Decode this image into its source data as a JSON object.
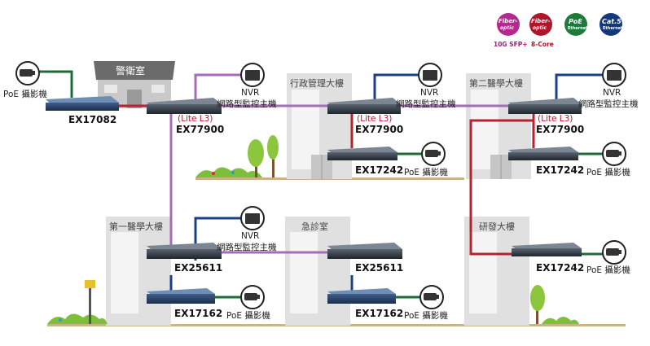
{
  "badges": [
    {
      "icon": "fiber-optic-icon",
      "line1": "Fiber-",
      "line2": "optic",
      "caption": "10G SFP+",
      "color": "#b22a8f",
      "caption_color": "#9b2277"
    },
    {
      "icon": "fiber-optic-8core-icon",
      "line1": "Fiber-",
      "line2": "optic",
      "caption": "8-Core",
      "color": "#b0162a",
      "caption_color": "#b0162a"
    },
    {
      "icon": "poe-ethernet-icon",
      "line1": "PoE",
      "line2": "Ethernet",
      "caption": "",
      "color": "#1e7a3a",
      "caption_color": "#1e7a3a"
    },
    {
      "icon": "cat5-ethernet-icon",
      "line1": "Cat.5",
      "line2": "Ethernet",
      "caption": "",
      "color": "#123a7a",
      "caption_color": "#123a7a"
    }
  ],
  "buildings": {
    "guard": "警衛室",
    "admin": "行政管理大樓",
    "medical2": "第二醫學大樓",
    "medical1": "第一醫學大樓",
    "emergency": "急診室",
    "research": "研發大樓"
  },
  "models": {
    "ex17082": "EX17082",
    "ex77900": "EX77900",
    "ex17242": "EX17242",
    "ex25611": "EX25611",
    "ex17162": "EX17162"
  },
  "labels": {
    "lite_l3": "(Lite L3)",
    "nvr": "NVR",
    "nvr_host": "網路型監控主機",
    "poe_camera": "PoE 攝影機"
  },
  "colors": {
    "fiber_10g": "#a86bb8",
    "fiber_8core": "#b52331",
    "poe": "#1e6b3a",
    "cat5": "#1b3f8a"
  }
}
